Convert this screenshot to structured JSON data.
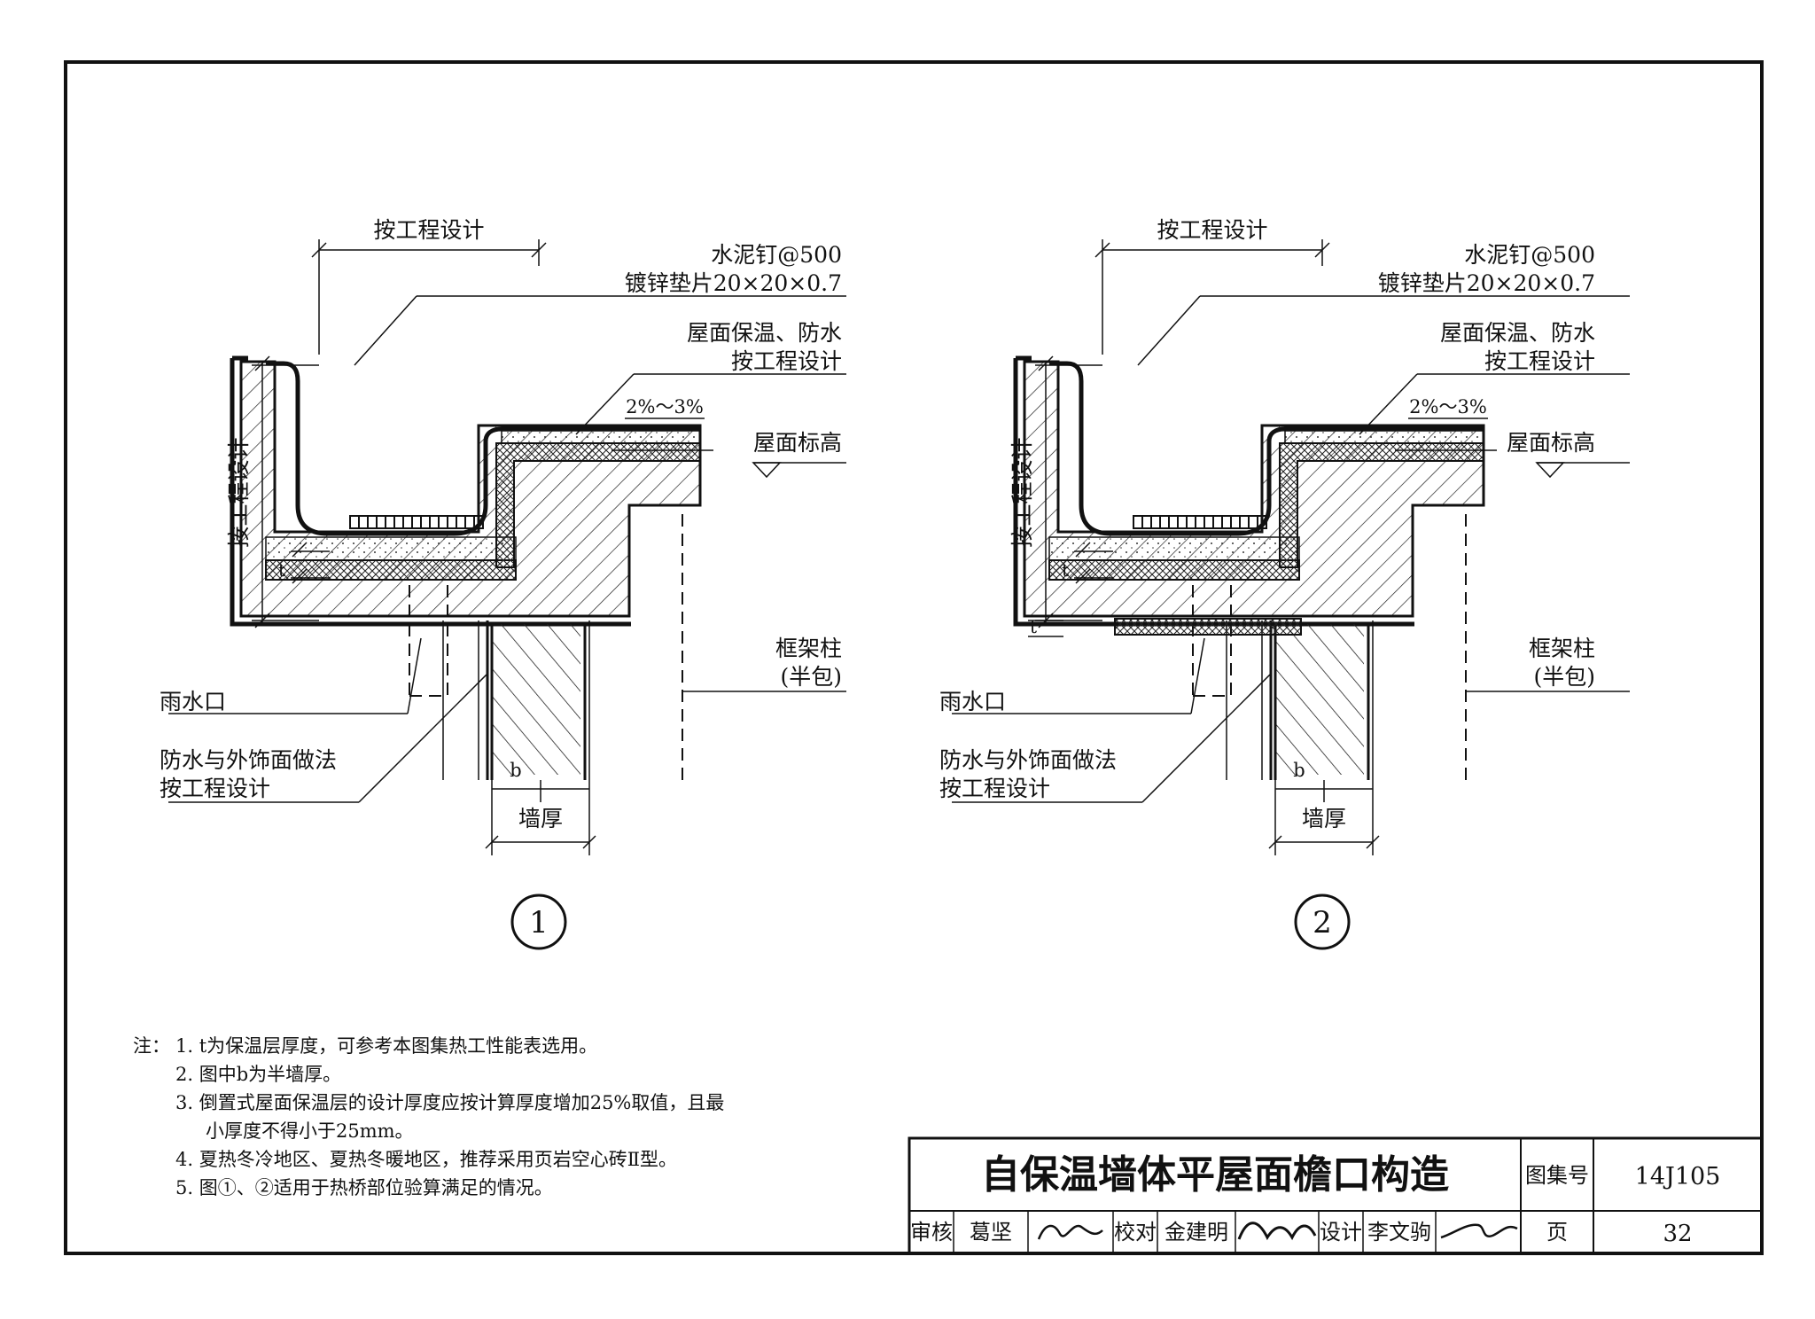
{
  "figure1": {
    "dim_top": "按工程设计",
    "nail_line1": "水泥钉@500",
    "nail_line2": "镀锌垫片20×20×0.7",
    "roof_line1": "屋面保温、防水",
    "roof_line2": "按工程设计",
    "slope": "2%～3%",
    "roof_elevation": "屋面标高",
    "dim_left": "按工程设计",
    "t_label": "t",
    "column_line1": "框架柱",
    "column_line2": "(半包)",
    "drain": "雨水口",
    "finish_line1": "防水与外饰面做法",
    "finish_line2": "按工程设计",
    "b_label": "b",
    "wall_thickness": "墙厚",
    "number": "1"
  },
  "figure2": {
    "dim_top": "按工程设计",
    "nail_line1": "水泥钉@500",
    "nail_line2": "镀锌垫片20×20×0.7",
    "roof_line1": "屋面保温、防水",
    "roof_line2": "按工程设计",
    "slope": "2%～3%",
    "roof_elevation": "屋面标高",
    "dim_left": "按工程设计",
    "t_label1": "t",
    "t_label2": "t",
    "column_line1": "框架柱",
    "column_line2": "(半包)",
    "drain": "雨水口",
    "finish_line1": "防水与外饰面做法",
    "finish_line2": "按工程设计",
    "b_label": "b",
    "wall_thickness": "墙厚",
    "number": "2"
  },
  "notes": {
    "prefix": "注：",
    "items": [
      "1. t为保温层厚度，可参考本图集热工性能表选用。",
      "2. 图中b为半墙厚。",
      "3. 倒置式屋面保温层的设计厚度应按计算厚度增加25%取值，且最",
      "小厚度不得小于25mm。",
      "4. 夏热冬冷地区、夏热冬暖地区，推荐采用页岩空心砖Ⅱ型。",
      "5. 图①、②适用于热桥部位验算满足的情况。"
    ]
  },
  "title_block": {
    "title": "自保温墙体平屋面檐口构造",
    "atlas_label": "图集号",
    "atlas_no": "14J105",
    "review_label": "审核",
    "reviewer": "葛坚",
    "check_label": "校对",
    "checker": "金建明",
    "design_label": "设计",
    "designer": "李文驹",
    "page_label": "页",
    "page_no": "32"
  }
}
